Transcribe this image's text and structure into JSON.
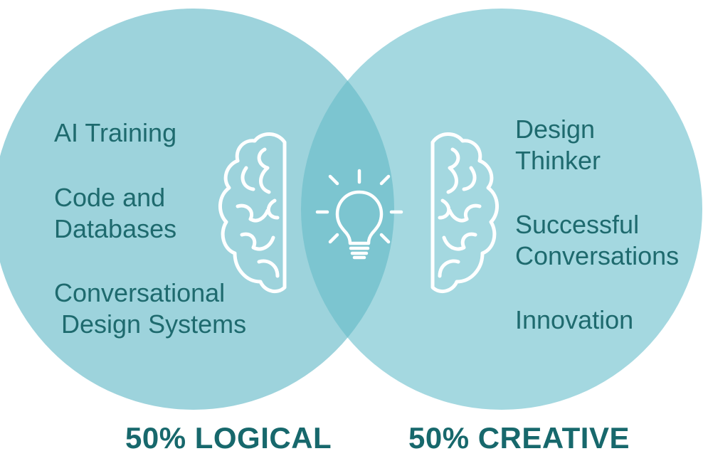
{
  "left_circle": {
    "items": [
      "AI Training",
      "Code and\nDatabases",
      "Conversational\n Design Systems"
    ],
    "caption": "50% LOGICAL"
  },
  "right_circle": {
    "items": [
      "Design\nThinker",
      "Successful\nConversations",
      "Innovation"
    ],
    "caption": "50% CREATIVE"
  },
  "colors": {
    "left_fill": "#9dd3dc",
    "right_fill": "#a4d8e0",
    "overlap_fill": "#7cc5d0",
    "text": "#1e6a6e",
    "icon_stroke": "#ffffff"
  },
  "icons": [
    "left-brain-icon",
    "lightbulb-icon",
    "right-brain-icon"
  ]
}
